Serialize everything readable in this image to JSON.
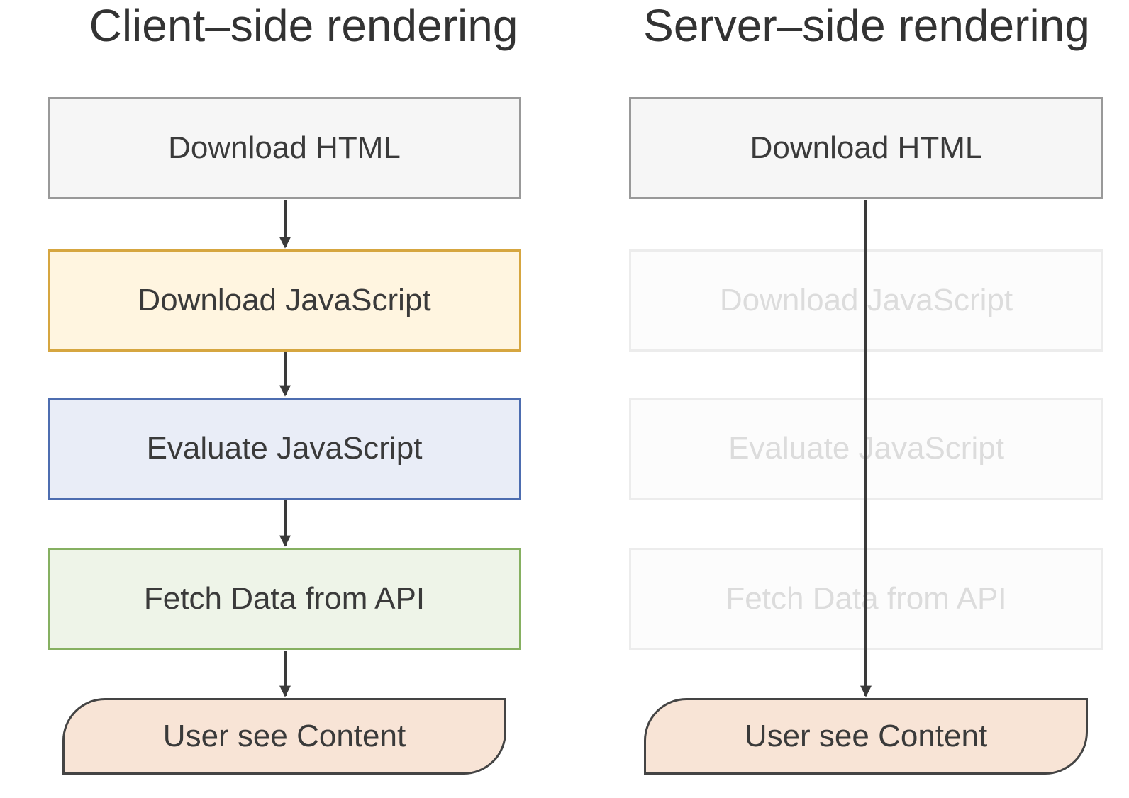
{
  "client": {
    "title": "Client–side rendering",
    "steps": {
      "download_html": "Download HTML",
      "download_js": "Download JavaScript",
      "evaluate_js": "Evaluate JavaScript",
      "fetch_api": "Fetch Data from API",
      "user_content": "User see Content"
    }
  },
  "server": {
    "title": "Server–side rendering",
    "steps": {
      "download_html": "Download HTML",
      "download_js": "Download JavaScript",
      "evaluate_js": "Evaluate JavaScript",
      "fetch_api": "Fetch Data from API",
      "user_content": "User see Content"
    }
  },
  "colors": {
    "download_js_fill": "#fff5e0",
    "download_js_border": "#d6a640",
    "evaluate_js_fill": "#e9edf7",
    "evaluate_js_border": "#4d6db0",
    "fetch_fill": "#eef4e8",
    "fetch_border": "#86b061",
    "content_fill": "#f8e4d6",
    "arrow": "#3a3a3a"
  }
}
